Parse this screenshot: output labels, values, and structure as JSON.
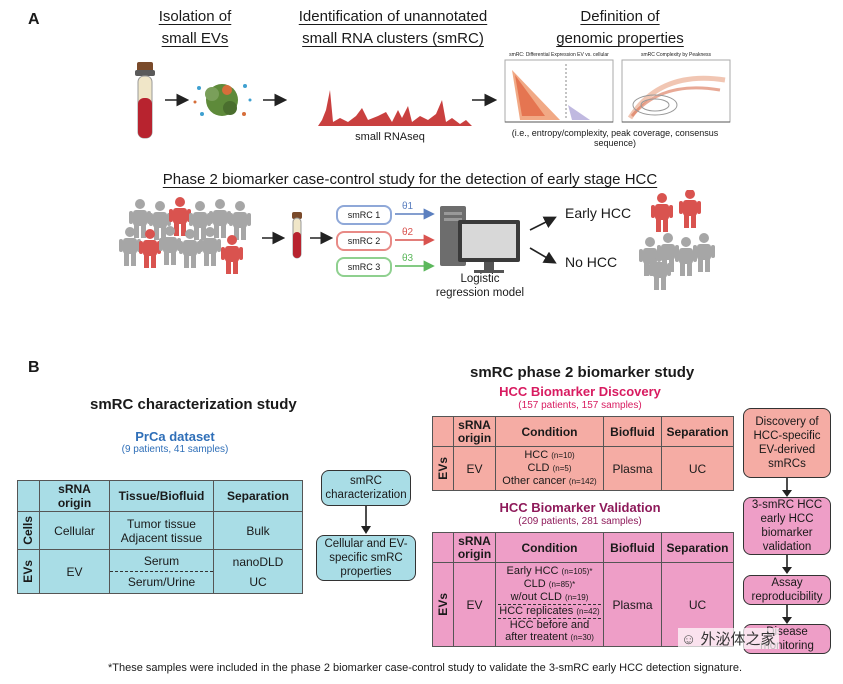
{
  "panel_a": {
    "letter": "A",
    "step1_title_line1": "Isolation of",
    "step1_title_line2": "small EVs",
    "step2_title_line1": "Identification of unannotated",
    "step2_title_line2": "small RNA clusters (smRC)",
    "step3_title_line1": "Definition of",
    "step3_title_line2": "genomic properties",
    "seq_label": "small RNAseq",
    "plot1_title": "smRC: Differential Expression EV vs. cellular",
    "plot2_title": "smRC Complexity by Peakness",
    "properties_note": "(i.e., entropy/complexity, peak coverage, consensus sequence)",
    "phase2_title": "Phase 2 biomarker case-control study for the detection of early stage HCC",
    "smrc_pills": [
      "smRC 1",
      "smRC 2",
      "smRC 3"
    ],
    "theta_labels": [
      "θ1",
      "θ2",
      "θ3"
    ],
    "model_label_line1": "Logistic",
    "model_label_line2": "regression model",
    "outcome_early": "Early HCC",
    "outcome_no": "No HCC",
    "colors": {
      "red": "#d9534f",
      "gray": "#a6a6a6",
      "blue": "#5b7fbf",
      "green": "#5cb85c"
    }
  },
  "panel_b": {
    "letter": "B",
    "left_heading": "smRC characterization study",
    "prca_title": "PrCa dataset",
    "prca_sub": "(9 patients, 41 samples)",
    "char_headers": [
      "sRNA origin",
      "Tissue/Biofluid",
      "Separation"
    ],
    "cells_label": "Cells",
    "evs_label": "EVs",
    "cells_row": {
      "origin": "Cellular",
      "tissue_line1": "Tumor tissue",
      "tissue_line2": "Adjacent tissue",
      "sep": "Bulk"
    },
    "ev_row": {
      "origin": "EV",
      "biofluid_a": "Serum",
      "sep_a": "nanoDLD",
      "biofluid_b": "Serum/Urine",
      "sep_b": "UC"
    },
    "flow_left": [
      "smRC characterization",
      "Cellular and EV-specific smRC properties"
    ],
    "right_heading": "smRC phase 2 biomarker study",
    "discovery_title": "HCC Biomarker Discovery",
    "discovery_sub": "(157 patients, 157 samples)",
    "validation_title": "HCC Biomarker Validation",
    "validation_sub": "(209 patients, 281 samples)",
    "headers_line1": "sRNA",
    "headers_line2": "origin",
    "condition_header": "Condition",
    "biofluid_header": "Biofluid",
    "separation_header": "Separation",
    "discovery_row": {
      "origin": "EV",
      "cond1": "HCC",
      "n1": "(n=10)",
      "cond2": "CLD",
      "n2": "(n=5)",
      "cond3": "Other cancer",
      "n3": "(n=142)",
      "biofluid": "Plasma",
      "sep": "UC"
    },
    "validation_row": {
      "origin": "EV",
      "cond1": "Early HCC",
      "n1": "(n=105)*",
      "cond2": "CLD",
      "n2": "(n=85)*",
      "cond3": "w/out CLD",
      "n3": "(n=19)",
      "cond4": "HCC replicates",
      "n4": "(n=42)",
      "cond5a": "HCC before and",
      "cond5b": "after treatent",
      "n5": "(n=30)",
      "biofluid": "Plasma",
      "sep": "UC"
    },
    "flow_right": [
      "Discovery of HCC-specific EV-derived smRCs",
      "3-smRC HCC early HCC biomarker validation",
      "Assay reproducibility",
      "Disease monitoring"
    ],
    "watermark": "外泌体之家",
    "footnote": "*These samples were included in the phase 2 biomarker case-control study to validate the 3-smRC early HCC detection signature."
  }
}
